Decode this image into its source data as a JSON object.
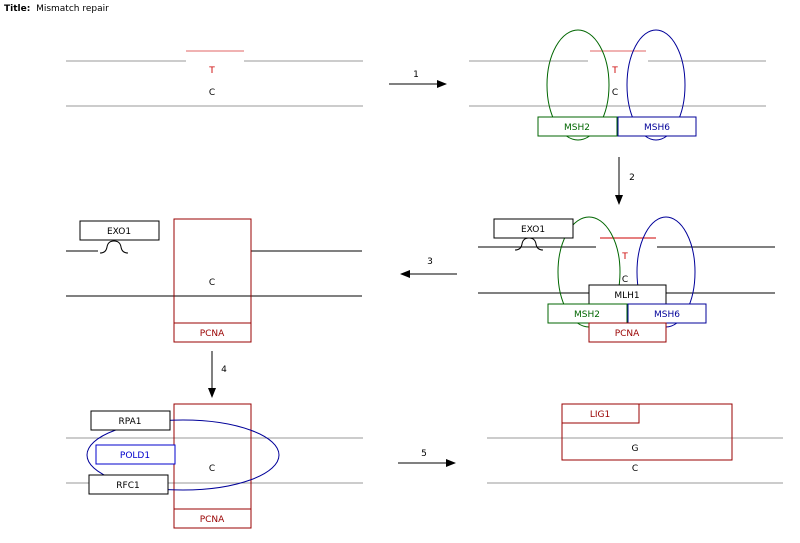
{
  "title_label": "Title:",
  "title_value": "Mismatch repair",
  "colors": {
    "strand": "#999999",
    "strand_dark": "#000000",
    "mismatch": "#e06666",
    "red": "#cc0000",
    "darkred": "#990000",
    "green": "#006600",
    "blue": "#000099"
  },
  "steps": [
    "1",
    "2",
    "3",
    "4",
    "5"
  ],
  "panel1": {
    "top_base": "T",
    "bottom_base": "C"
  },
  "panel2": {
    "top_base": "T",
    "bottom_base": "C",
    "msh2": "MSH2",
    "msh6": "MSH6"
  },
  "panel3": {
    "exo1": "EXO1",
    "top_base": "T",
    "bottom_base": "C",
    "mlh1": "MLH1",
    "msh2": "MSH2",
    "msh6": "MSH6",
    "pcna": "PCNA"
  },
  "panel4": {
    "exo1": "EXO1",
    "bottom_base": "C",
    "pcna": "PCNA"
  },
  "panel5": {
    "rpa1": "RPA1",
    "pold1": "POLD1",
    "rfc1": "RFC1",
    "bottom_base": "C",
    "pcna": "PCNA"
  },
  "panel6": {
    "lig1": "LIG1",
    "top_base": "G",
    "bottom_base": "C"
  }
}
